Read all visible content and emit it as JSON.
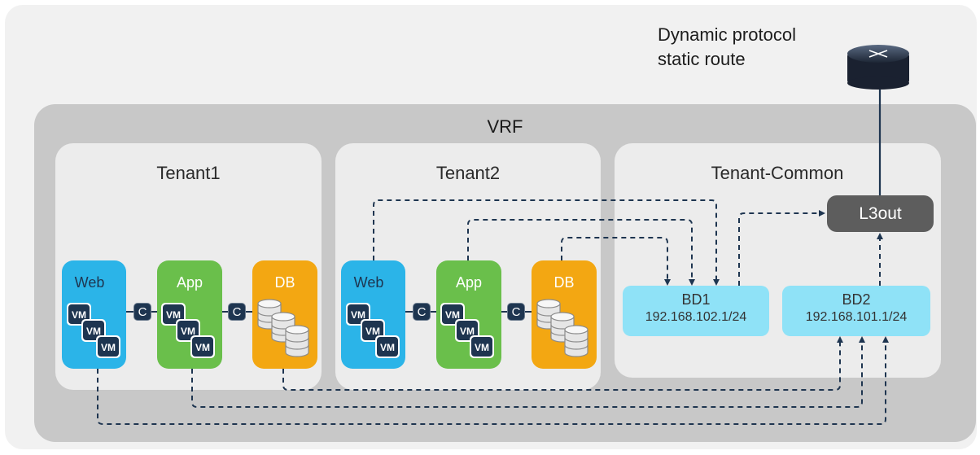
{
  "labels": {
    "external": [
      "Dynamic protocol",
      "static route"
    ],
    "vrf": "VRF",
    "l3out": "L3out",
    "contract": "C",
    "vm": "VM"
  },
  "tenants": [
    {
      "title": "Tenant1",
      "epgs": [
        "Web",
        "App",
        "DB"
      ]
    },
    {
      "title": "Tenant2",
      "epgs": [
        "Web",
        "App",
        "DB"
      ]
    },
    {
      "title": "Tenant-Common"
    }
  ],
  "bridge_domains": [
    {
      "name": "BD1",
      "subnet": "192.168.102.1/24"
    },
    {
      "name": "BD2",
      "subnet": "192.168.101.1/24"
    }
  ],
  "colors": {
    "web": "#2bb4e8",
    "app": "#6abf4b",
    "db": "#f3a712",
    "bd": "#8fe2f7",
    "l3out": "#5d5d5d",
    "line": "#1e3550"
  },
  "icons": {
    "router": "router-icon",
    "vm": "vm-icon",
    "db": "database-icon"
  }
}
